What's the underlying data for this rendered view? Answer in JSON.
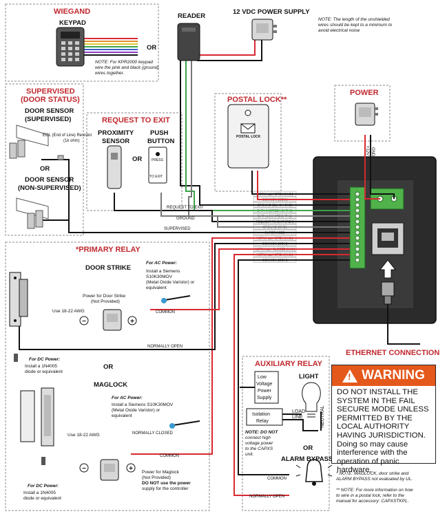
{
  "sections": {
    "wiegand": "WIEGAND",
    "supervised": "SUPERVISED",
    "door_status": "(DOOR STATUS)",
    "request_to_exit": "REQUEST TO EXIT",
    "postal_lock": "POSTAL LOCK**",
    "power": "POWER",
    "primary_relay": "*PRIMARY RELAY",
    "auxiliary_relay": "AUXILIARY RELAY",
    "ethernet_connection": "ETHERNET CONNECTION"
  },
  "devices": {
    "keypad": "KEYPAD",
    "or": "OR",
    "reader": "READER",
    "power_supply_12vdc": "12 VDC POWER SUPPLY",
    "door_sensor_sup_1": "DOOR SENSOR",
    "door_sensor_sup_2": "(SUPERVISED)",
    "eol_resistor_1": "EOL (End of Line) Resistor",
    "eol_resistor_2": "(1k ohm)",
    "door_sensor_nonsup_1": "DOOR SENSOR",
    "door_sensor_nonsup_2": "(NON-SUPERVISED)",
    "proximity_1": "PROXIMITY",
    "proximity_2": "SENSOR",
    "push_1": "PUSH",
    "push_2": "BUTTON",
    "press_to_exit_1": "PRESS",
    "press_to_exit_2": "TO EXIT",
    "postal_lock_label": "POSTAL LOCK",
    "door_strike": "DOOR STRIKE",
    "maglock": "MAGLOCK",
    "light": "LIGHT",
    "alarm_bypass": "ALARM BYPASS",
    "low_voltage_ps_1": "Low",
    "low_voltage_ps_2": "Voltage",
    "low_voltage_ps_3": "Power",
    "low_voltage_ps_4": "Supply",
    "isolation_relay_1": "Isolation",
    "isolation_relay_2": "Relay",
    "load": "LOAD",
    "line": "LINE",
    "neutral": "NEUTRAL"
  },
  "notes": {
    "top_note_1": "NOTE: The length of the unshielded",
    "top_note_2": "wires should be kept to a minimum to",
    "top_note_3": "avoid electrical noise",
    "keypad_note_1": "NOTE: For KPR2000 keypad",
    "keypad_note_2": "wire the pink and black (ground)",
    "keypad_note_3": "wires together.",
    "ac_power_title": "For AC Power:",
    "ac_power_1": "Install a Siemens",
    "ac_power_2": "S10K30MOV",
    "ac_power_3": "(Metal Oxide Varistor) or",
    "ac_power_4": "equivalent",
    "ps_strike_1": "Power for Door Strike",
    "ps_strike_2": "(Not Provided)",
    "awg_1": "Use 18-22 AWG",
    "dc_power_title": "For DC Power:",
    "dc_power_1": "Install a 1N4005",
    "dc_power_2": "diode or equivalent",
    "ac_power2_title": "For AC Power:",
    "ac_power2_1": "Install a Siemens S10K30MOV",
    "ac_power2_2": "(Metal Oxide Varistor) or",
    "ac_power2_3": "equivalent",
    "awg_2": "Use 18-22 AWG",
    "dc_power2_title": "For DC Power:",
    "dc_power2_1": "Install a 1N4005",
    "dc_power2_2": "diode or equivalent",
    "ps_maglock_1": "Power for Maglock",
    "ps_maglock_2": "(Not Provided)",
    "ps_maglock_3": "DO NOT use the power",
    "ps_maglock_4": "supply for the controller",
    "aux_note_1": "NOTE: DO NOT",
    "aux_note_2": "connect high",
    "aux_note_3": "voltage power",
    "aux_note_4": "to the CAPXS",
    "aux_note_5": "unit.",
    "footnote_1a": "* NOTE: MAGLOCK, door strike and",
    "footnote_1b": "ALARM BYPASS not evaluated by UL.",
    "footnote_2a": "** NOTE: For more information on how",
    "footnote_2b": "to wire in a postal lock, refer to the",
    "footnote_2c": "manual for accessory: CAPXSTKPL."
  },
  "wire_labels": {
    "request_to_exit": "REQUEST TO EXIT",
    "ground": "GROUND",
    "supervised": "SUPERVISED",
    "common_1": "COMMON",
    "normally_open_1": "NORMALLY OPEN",
    "normally_closed": "NORMALLY CLOSED",
    "common_2": "COMMON",
    "common_3": "COMMON",
    "normally_open_2": "NORMALLY OPEN",
    "twelve_volt": "+12V",
    "gnd": "GND"
  },
  "terminals": [
    "NORMALLY OPEN (N.O.)",
    "COMMON (COM)",
    "GROUND (BLACK GND)",
    "DATA 0 (GREEN DATA0)",
    "DATA 1 (WHITE DATA1)",
    "REQUEST TO EXIT (REX)",
    "GROUND (GND)",
    "SUPERVISED",
    "NORMALLY OPEN (N.O.)",
    "COMMON (COM)",
    "NORMALLY CLOSED (N.C.)",
    "NORMALLY OPEN (N.O.)",
    "COMMON (COM)"
  ],
  "warning": {
    "title": "WARNING",
    "body": "DO NOT INSTALL THE SYSTEM IN THE FAIL SECURE MODE UNLESS PERMITTED BY THE LOCAL AUTHORITY HAVING JURISDICTION. Doing so may cause interference with the operation of panic hardware."
  },
  "colors": {
    "heading_red": "#c0272d",
    "wire_red": "#d7282f",
    "wire_black": "#111111",
    "wire_green": "#3aa34a",
    "wire_blue": "#3a5fc8",
    "warning_orange": "#e4581b",
    "panel_dark": "#2b2b2b"
  }
}
